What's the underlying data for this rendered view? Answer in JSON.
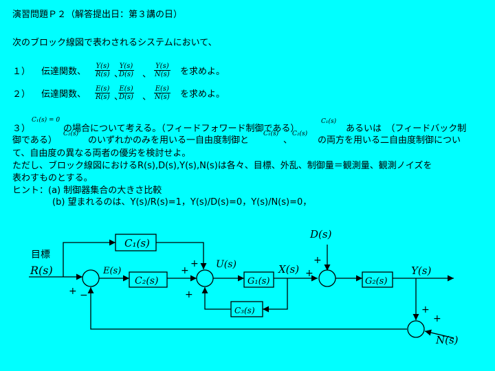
{
  "title": "演習問題Ｐ２（解答提出日：第３講の日）",
  "intro": "次のブロック線図で表わされるシステムにおいて、",
  "q1": {
    "num": "１）",
    "label": "伝達関数、",
    "tail": "を求めよ。",
    "fracs": [
      {
        "n": "Y(s)",
        "d": "R(s)"
      },
      {
        "n": "Y(s)",
        "d": "D(s)"
      },
      {
        "n": "Y(s)",
        "d": "N(s)"
      }
    ]
  },
  "q2": {
    "num": "２）",
    "label": "伝達関数、",
    "tail": "を求めよ。",
    "fracs": [
      {
        "n": "E(s)",
        "d": "R(s)"
      },
      {
        "n": "E(s)",
        "d": "D(s)"
      },
      {
        "n": "E(s)",
        "d": "N(s)"
      }
    ]
  },
  "sep": "、",
  "q3": {
    "num": "３）",
    "cond": "C₁(s) = 0",
    "a": "の場合について考える。（フィードフォワード制御である）",
    "c1": "C₁(s)",
    "b": "あるいは　（フィードバック制",
    "line2a": "御である）",
    "c2": "C₂(s)",
    "line2b": "のいずれかのみを用いる一自由度制御と",
    "c1b": "C₁(s)",
    "comma": "、",
    "c2b": "C₂(s)",
    "line2c": "の両方を用いる二自由度制御につい",
    "line3": "て、自由度の異なる両者の優劣を検討せよ。",
    "line4": "ただし、ブロック線図におけるR(s),D(s),Y(s),N(s)は各々、目標、外乱、制御量＝観測量、観測ノイズを",
    "line5": "表わすものとする。",
    "hint": "ヒント：(a) 制御器集合の大きさ比較",
    "hint_b": "(b) 望まれるのは、Y(s)/R(s)=1，Y(s)/D(s)=0，Y(s)/N(s)=0，"
  },
  "diagram": {
    "goal": "目標",
    "R": "R(s)",
    "E": "E(s)",
    "C1": "C₁(s)",
    "C2": "C₂(s)",
    "G1": "G₁(s)",
    "G2": "G₂(s)",
    "C3": "C₃(s)",
    "U": "U(s)",
    "X": "X(s)",
    "D": "D(s)",
    "Y": "Y(s)",
    "N": "N(s)",
    "plus": "+",
    "minus": "−"
  }
}
